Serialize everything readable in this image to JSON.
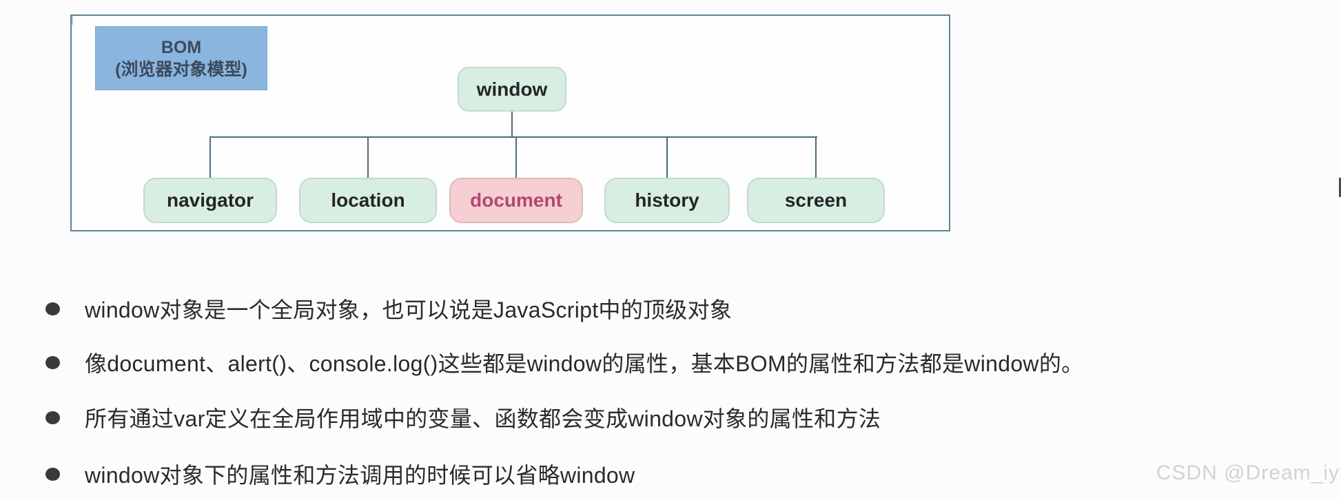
{
  "diagram": {
    "bom_label_line1": "BOM",
    "bom_label_line2": "(浏览器对象模型)",
    "root_label": "window",
    "children": [
      {
        "label": "navigator",
        "highlight": false
      },
      {
        "label": "location",
        "highlight": false
      },
      {
        "label": "document",
        "highlight": true
      },
      {
        "label": "history",
        "highlight": false
      },
      {
        "label": "screen",
        "highlight": false
      }
    ],
    "colors": {
      "bom_fill": "#8ab5df",
      "node_fill_green": "#d9eee3",
      "node_fill_pink": "#f5cfd1",
      "node_text_pink": "#b2486e",
      "connector_line": "#4a6e7e",
      "panel_border": "#5b8492"
    }
  },
  "bullets": [
    "window对象是一个全局对象，也可以说是JavaScript中的顶级对象",
    "像document、alert()、console.log()这些都是window的属性，基本BOM的属性和方法都是window的。",
    "所有通过var定义在全局作用域中的变量、函数都会变成window对象的属性和方法",
    "window对象下的属性和方法调用的时候可以省略window"
  ],
  "watermark": "CSDN @Dream_iy"
}
